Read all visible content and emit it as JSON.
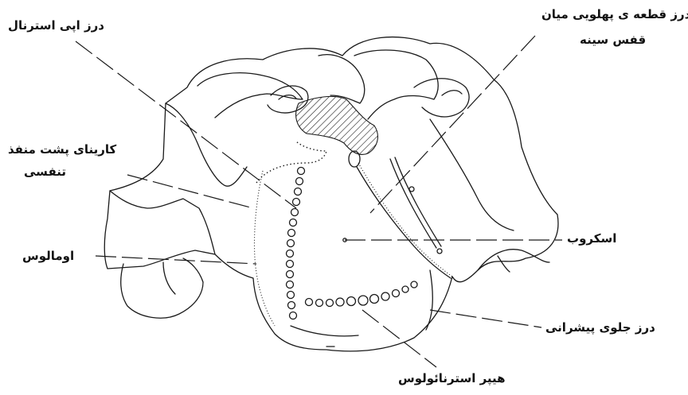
{
  "labels": {
    "epi_sternal_suture": "درز اپی استرنال",
    "intercostal_suture_line1": "درز قطعه ی پهلویی میان",
    "intercostal_suture_line2": "قفس سینه",
    "respiratory_carina_line1": "کارینای پشت منفذ",
    "respiratory_carina_line2": "تنفسی",
    "scrobe": "اسکروب",
    "ommaleus": "اومالوس",
    "anterior_pleural_suture": "درز جلوی پیشرانی",
    "hypersternaulus": "هیپر استرنائولوس"
  }
}
